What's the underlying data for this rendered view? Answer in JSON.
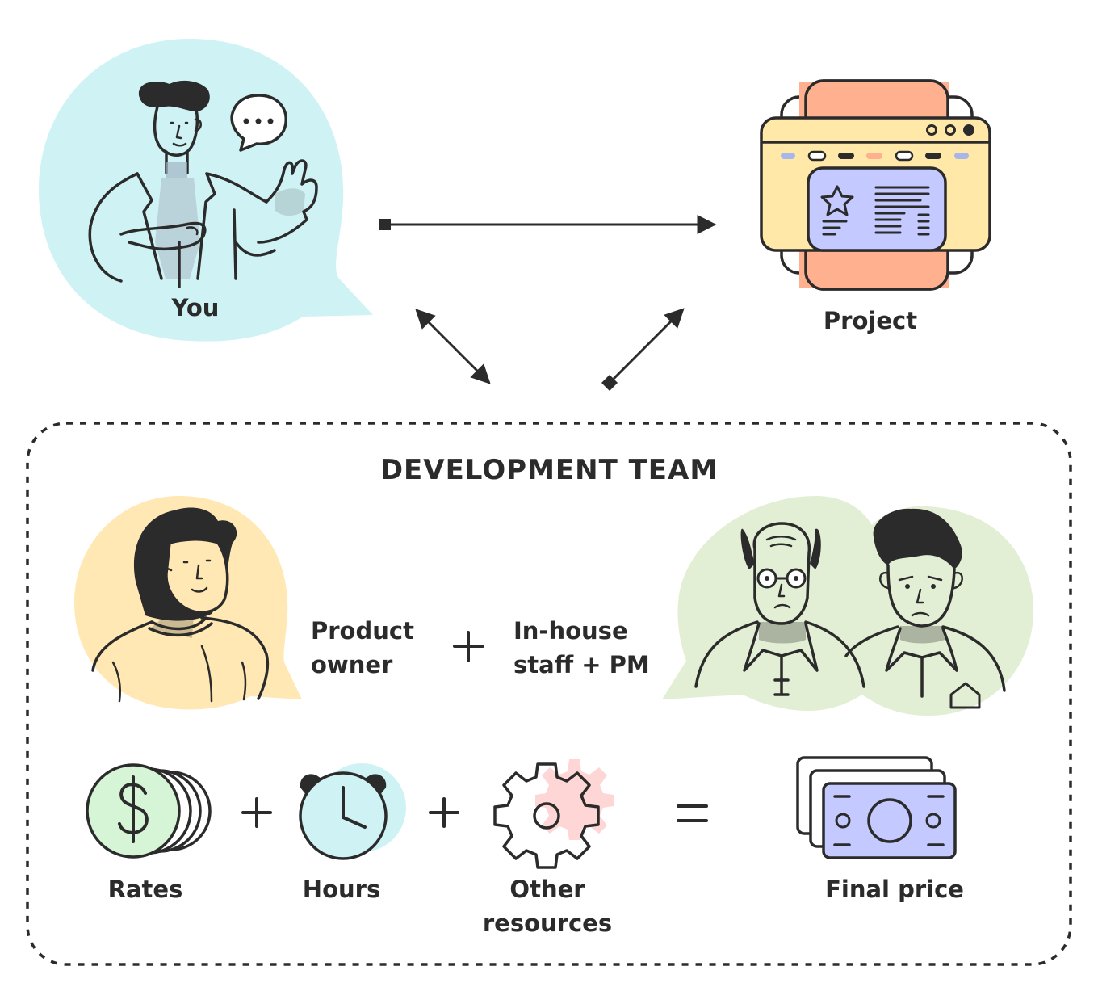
{
  "nodes": {
    "you": {
      "label": "You",
      "bubble_color": "#cff3f5"
    },
    "project": {
      "label": "Project",
      "accent_color": "#ffb08e",
      "window_color": "#ffe8a8",
      "panel_color": "#c4caff"
    }
  },
  "team": {
    "title": "DEVELOPMENT TEAM",
    "product_owner": {
      "line1": "Product",
      "line2": "owner",
      "bubble_color": "#ffe8b3"
    },
    "inhouse": {
      "line1": "In-house",
      "line2": "staff + PM",
      "bubble_color": "#e2efd5"
    },
    "plus_1": "+",
    "cost_items": [
      {
        "label": "Rates",
        "icon": "coins-dollar-icon",
        "color": "#d6f5d6"
      },
      {
        "label": "Hours",
        "icon": "stopwatch-icon",
        "color": "#cff3f5"
      },
      {
        "label_line1": "Other",
        "label_line2": "resources",
        "icon": "gear-icon",
        "color": "#ffd6d6"
      }
    ],
    "plus_2": "+",
    "plus_3": "+",
    "equals": "=",
    "result": {
      "label": "Final price",
      "icon": "banknotes-icon",
      "color": "#c4caff"
    }
  },
  "connections": [
    {
      "from": "You",
      "to": "Project",
      "direction": "one-way"
    },
    {
      "from": "You",
      "to": "DEVELOPMENT TEAM",
      "direction": "two-way"
    },
    {
      "from": "DEVELOPMENT TEAM",
      "to": "Project",
      "direction": "one-way"
    }
  ]
}
